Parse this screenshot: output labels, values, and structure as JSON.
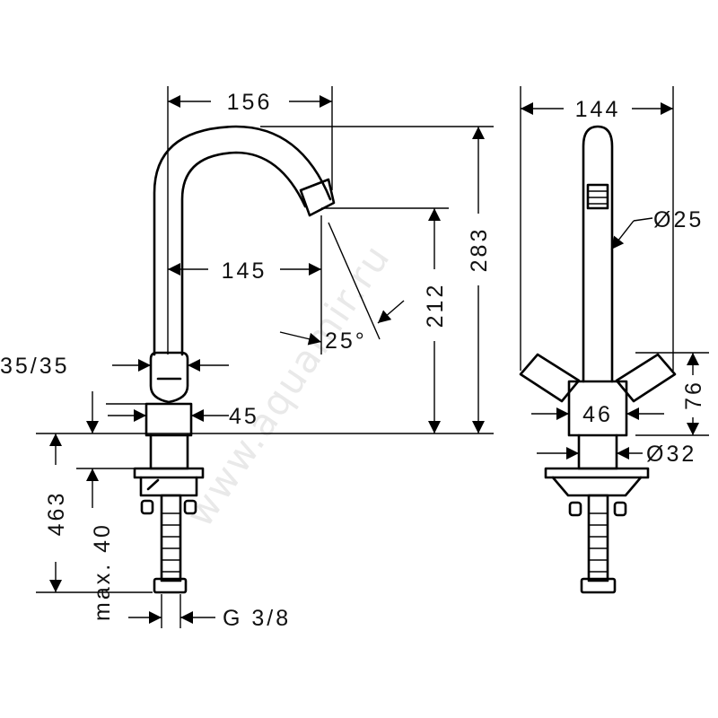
{
  "watermark": "www.aquamir.ru",
  "dimensions": {
    "width_spout": "156",
    "spout_reach": "145",
    "height_total": "283",
    "height_spout": "212",
    "angle": "25°",
    "handle_size": "35/35",
    "handle_width": "45",
    "depth_total": "463",
    "max_thickness": "max. 40",
    "thread": "G 3/8",
    "width_side": "144",
    "spout_diameter": "Ø25",
    "base_width": "46",
    "base_diameter": "Ø32",
    "handle_height": "76"
  }
}
